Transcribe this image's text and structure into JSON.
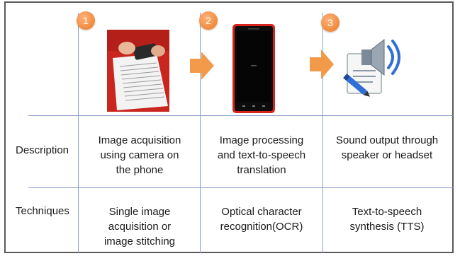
{
  "steps": [
    "1",
    "2",
    "3"
  ],
  "rows": {
    "description_label": "Description",
    "techniques_label": "Techniques"
  },
  "columns": [
    {
      "image": "photo of phone camera scanning printed page",
      "description": [
        "Image acquisition",
        "using camera on",
        "the phone"
      ],
      "technique": [
        "Single image",
        "acquisition or",
        "image stitching"
      ]
    },
    {
      "image": "smartphone with dark screen",
      "description": [
        "Image processing",
        "and text-to-speech",
        "translation"
      ],
      "technique": [
        "Optical character",
        "recognition(OCR)"
      ]
    },
    {
      "image": "speaker-icon",
      "description": [
        "Sound output through",
        "speaker or headset"
      ],
      "technique": [
        "Text-to-speech",
        "synthesis (TTS)"
      ]
    }
  ],
  "colors": {
    "step_badge": "#f08a3c",
    "arrow": "#f39a4a",
    "grid_line": "#8aa0c8"
  }
}
